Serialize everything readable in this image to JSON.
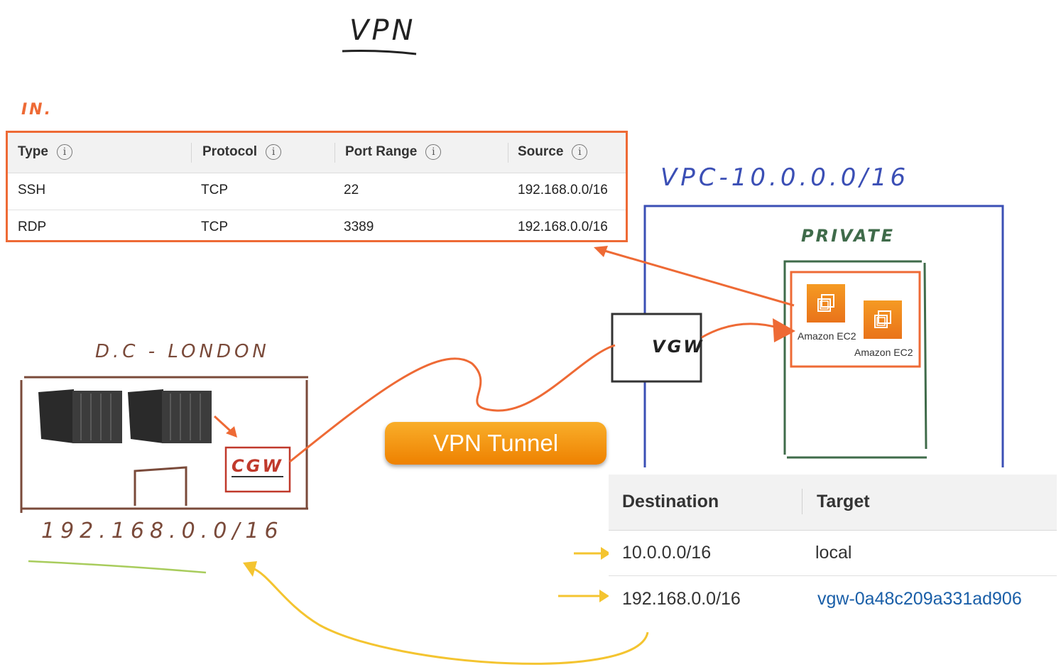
{
  "title": "VPN",
  "in_label": "IN.",
  "security_group": {
    "headers": [
      "Type",
      "Protocol",
      "Port Range",
      "Source"
    ],
    "info_glyph": "i",
    "rows": [
      {
        "type": "SSH",
        "protocol": "TCP",
        "port": "22",
        "source": "192.168.0.0/16"
      },
      {
        "type": "RDP",
        "protocol": "TCP",
        "port": "3389",
        "source": "192.168.0.0/16"
      }
    ]
  },
  "vpc_label": "VPC-10.0.0.0/16",
  "private_label": "PRIVATE",
  "vgw_label": "VGW",
  "ec2_labels": [
    "Amazon EC2",
    "Amazon EC2"
  ],
  "dc_label": "D.C - LONDON",
  "cgw_label": "CGW",
  "dc_cidr": "192.168.0.0/16",
  "vpn_tunnel": "VPN Tunnel",
  "route_table": {
    "headers": [
      "Destination",
      "Target"
    ],
    "rows": [
      {
        "destination": "10.0.0.0/16",
        "target": "local"
      },
      {
        "destination": "192.168.0.0/16",
        "target": "vgw-0a48c209a331ad906"
      }
    ]
  },
  "colors": {
    "orange": "#ee6a35",
    "blue": "#3b4fb5",
    "green": "#3f6b4a",
    "brown": "#7a4a3a",
    "yellow": "#f4c430",
    "link": "#1a5fa8"
  },
  "icons": [
    "info-icon",
    "ec2-instance-icon",
    "server-rack-icon",
    "arrow-icon"
  ]
}
